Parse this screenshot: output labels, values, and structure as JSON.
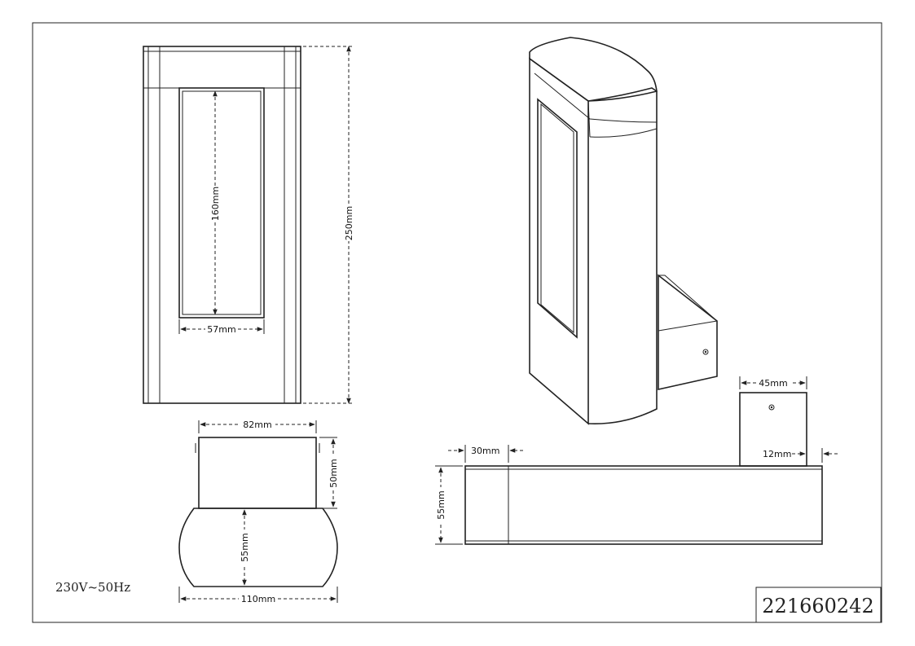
{
  "dimensions": {
    "front_window_height": "160mm",
    "front_total_height": "250mm",
    "front_window_width": "57mm",
    "top_depth_box_width": "82mm",
    "top_depth_box_height": "50mm",
    "top_cap_depth": "55mm",
    "top_total_width": "110mm",
    "bracket_width": "45mm",
    "bracket_offset": "12mm",
    "side_offset": "30mm",
    "side_height": "55mm"
  },
  "electrical_rating": "230V~50Hz",
  "product_code": "221660242",
  "colors": {
    "line": "#222222",
    "background": "#ffffff"
  }
}
